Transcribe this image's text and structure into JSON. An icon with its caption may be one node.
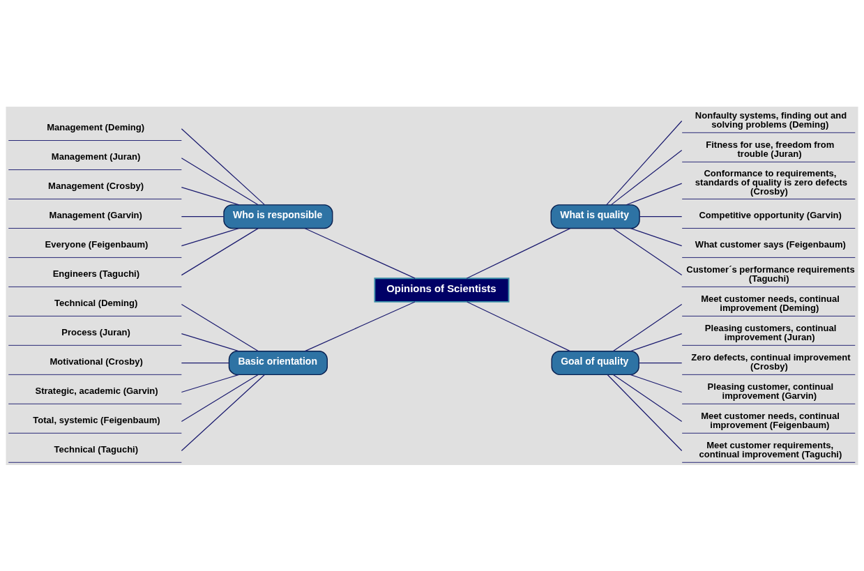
{
  "diagram": {
    "nodes": [
      {
        "text": [
          "Opinions of Scientists"
        ]
      },
      {
        "text": [
          "What is quality"
        ]
      },
      {
        "text": [
          "Nonfaulty systems, finding out and solving problems (Deming)"
        ]
      },
      {
        "text": [
          "Fitness for use, freedom from trouble (Juran)"
        ]
      },
      {
        "text": [
          "Conformance to requirements, standards of quality is zero defects (Crosby)"
        ]
      },
      {
        "text": [
          "Competitive opportunity (Garvin)"
        ]
      },
      {
        "text": [
          "What customer says (Feigenbaum)"
        ]
      },
      {
        "text": [
          "Customer´s performance requirements (Taguchi)"
        ]
      },
      {
        "text": [
          "Who is responsible"
        ]
      },
      {
        "text": [
          "Management (Deming)"
        ]
      },
      {
        "text": [
          "Management (Juran)"
        ]
      },
      {
        "text": [
          "Management (Crosby)"
        ]
      },
      {
        "text": [
          "Management (Garvin)"
        ]
      },
      {
        "text": [
          "Everyone (Feigenbaum)"
        ]
      },
      {
        "text": [
          "Engineers (Taguchi)"
        ]
      },
      {
        "text": [
          "Basic orientation"
        ]
      },
      {
        "text": [
          "Technical (Deming)"
        ]
      },
      {
        "text": [
          "Process (Juran)"
        ]
      },
      {
        "text": [
          "Motivational (Crosby)"
        ]
      },
      {
        "text": [
          "Strategic, academic (Garvin)"
        ]
      },
      {
        "text": [
          "Total, systemic (Feigenbaum)"
        ]
      },
      {
        "text": [
          "Technical (Taguchi)"
        ]
      },
      {
        "text": [
          "Goal of quality"
        ]
      },
      {
        "text": [
          "Meet customer needs, continual improvement (Deming)"
        ]
      },
      {
        "text": [
          "Pleasing customers, continual improvement (Juran)"
        ]
      },
      {
        "text": [
          "Zero defects, continual improvement (Crosby)"
        ]
      },
      {
        "text": [
          "Pleasing customer, continual improvement (Garvin)"
        ]
      },
      {
        "text": [
          "Meet customer needs, continual improvement (Feigenbaum)"
        ]
      },
      {
        "text": [
          "Meet customer requirements, continual improvement (Taguchi)"
        ]
      }
    ],
    "edges": [
      {
        "from": 9,
        "to": 8,
        "arrow": "none"
      },
      {
        "from": 10,
        "to": 8,
        "arrow": "none"
      },
      {
        "from": 11,
        "to": 8,
        "arrow": "none"
      },
      {
        "from": 12,
        "to": 8,
        "arrow": "none"
      },
      {
        "from": 13,
        "to": 8,
        "arrow": "none"
      },
      {
        "from": 14,
        "to": 8,
        "arrow": "none"
      },
      {
        "from": 16,
        "to": 15,
        "arrow": "none"
      },
      {
        "from": 17,
        "to": 15,
        "arrow": "none"
      },
      {
        "from": 18,
        "to": 15,
        "arrow": "none"
      },
      {
        "from": 19,
        "to": 15,
        "arrow": "none"
      },
      {
        "from": 20,
        "to": 15,
        "arrow": "none"
      },
      {
        "from": 21,
        "to": 15,
        "arrow": "none"
      },
      {
        "from": 8,
        "to": 0,
        "arrow": "none"
      },
      {
        "from": 15,
        "to": 0,
        "arrow": "none"
      },
      {
        "from": 0,
        "to": 1,
        "arrow": "none"
      },
      {
        "from": 0,
        "to": 22,
        "arrow": "none"
      },
      {
        "from": 1,
        "to": 2,
        "arrow": "none"
      },
      {
        "from": 1,
        "to": 3,
        "arrow": "none"
      },
      {
        "from": 1,
        "to": 4,
        "arrow": "none"
      },
      {
        "from": 1,
        "to": 5,
        "arrow": "none"
      },
      {
        "from": 1,
        "to": 6,
        "arrow": "none"
      },
      {
        "from": 1,
        "to": 7,
        "arrow": "none"
      },
      {
        "from": 22,
        "to": 23,
        "arrow": "none"
      },
      {
        "from": 22,
        "to": 24,
        "arrow": "none"
      },
      {
        "from": 22,
        "to": 25,
        "arrow": "none"
      },
      {
        "from": 22,
        "to": 26,
        "arrow": "none"
      },
      {
        "from": 22,
        "to": 27,
        "arrow": "none"
      },
      {
        "from": 22,
        "to": 28,
        "arrow": "none"
      }
    ]
  }
}
